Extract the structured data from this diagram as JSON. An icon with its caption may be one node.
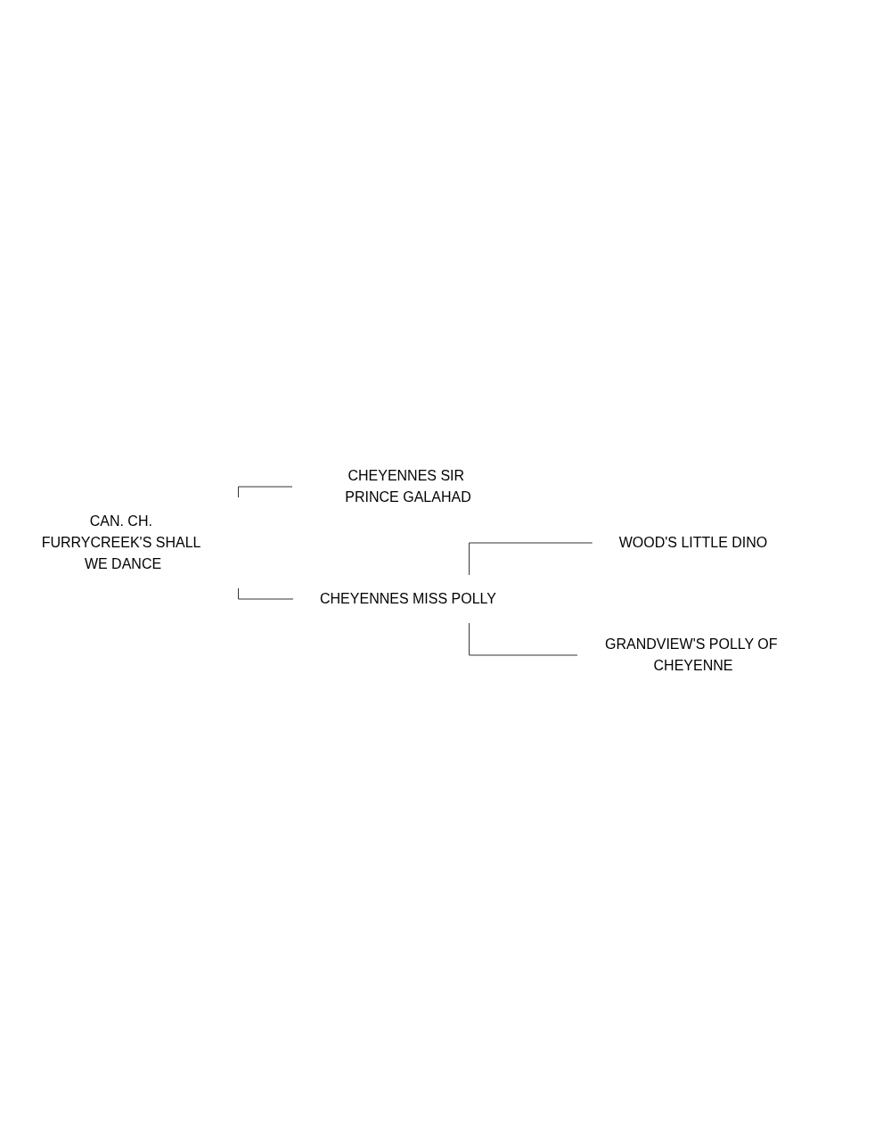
{
  "diagram": {
    "nodes": [
      {
        "text": [
          "CHEYENNES SIR PRINCE GALAHAD"
        ]
      },
      {
        "text": [
          "CAN. CH. FURRYCREEK'S SHALL WE DANCE"
        ]
      },
      {
        "text": [
          "WOOD'S LITTLE DINO"
        ]
      },
      {
        "text": [
          "CHEYENNES MISS POLLY"
        ]
      },
      {
        "text": [
          "GRANDVIEW'S POLLY OF CHEYENNE"
        ]
      }
    ],
    "edges": [
      {
        "from": 1,
        "to": 0,
        "arrow": "none"
      },
      {
        "from": 1,
        "to": 3,
        "arrow": "none"
      },
      {
        "from": 3,
        "to": 2,
        "arrow": "none"
      },
      {
        "from": 3,
        "to": 4,
        "arrow": "none"
      }
    ]
  }
}
